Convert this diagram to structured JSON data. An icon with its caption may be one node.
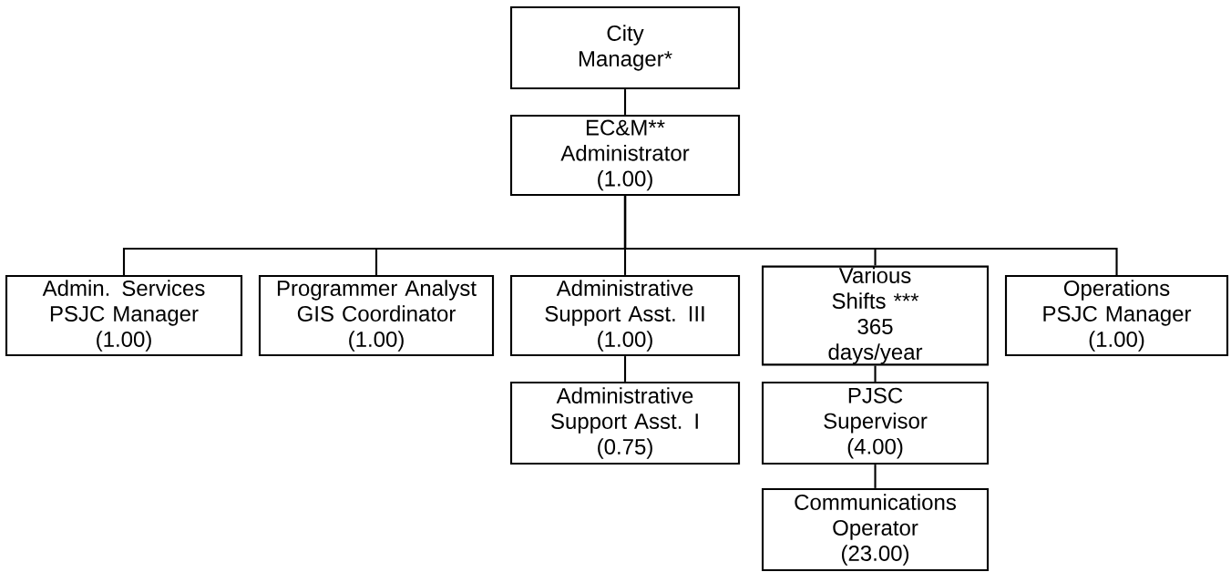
{
  "diagram": {
    "nodes": [
      {
        "text": [
          "City Manager*"
        ]
      },
      {
        "text": [
          "EC&M** Administrator",
          "(1.00)"
        ]
      },
      {
        "text": [
          "Admin. Services PSJC Manager",
          "(1.00)"
        ]
      },
      {
        "text": [
          "Programmer Analyst GIS Coordinator",
          "(1.00)"
        ]
      },
      {
        "text": [
          "Administrative Support Asst. III",
          "(1.00)"
        ]
      },
      {
        "text": [
          "Various Shifts ***",
          "365 days/year"
        ]
      },
      {
        "text": [
          "Operations PSJC Manager",
          "(1.00)"
        ]
      },
      {
        "text": [
          "Administrative Support Asst. I",
          "(0.75)"
        ]
      },
      {
        "text": [
          "PJSC Supervisor",
          "(4.00)"
        ]
      },
      {
        "text": [
          "Communications Operator",
          "(23.00)"
        ]
      }
    ],
    "edges": [
      {
        "from": 0,
        "to": 1,
        "arrow": "none"
      },
      {
        "from": 1,
        "to": 2,
        "arrow": "none"
      },
      {
        "from": 1,
        "to": 3,
        "arrow": "none"
      },
      {
        "from": 1,
        "to": 4,
        "arrow": "none"
      },
      {
        "from": 1,
        "to": 5,
        "arrow": "none"
      },
      {
        "from": 1,
        "to": 6,
        "arrow": "none"
      },
      {
        "from": 4,
        "to": 7,
        "arrow": "none"
      },
      {
        "from": 5,
        "to": 8,
        "arrow": "none"
      },
      {
        "from": 8,
        "to": 9,
        "arrow": "none"
      }
    ]
  }
}
